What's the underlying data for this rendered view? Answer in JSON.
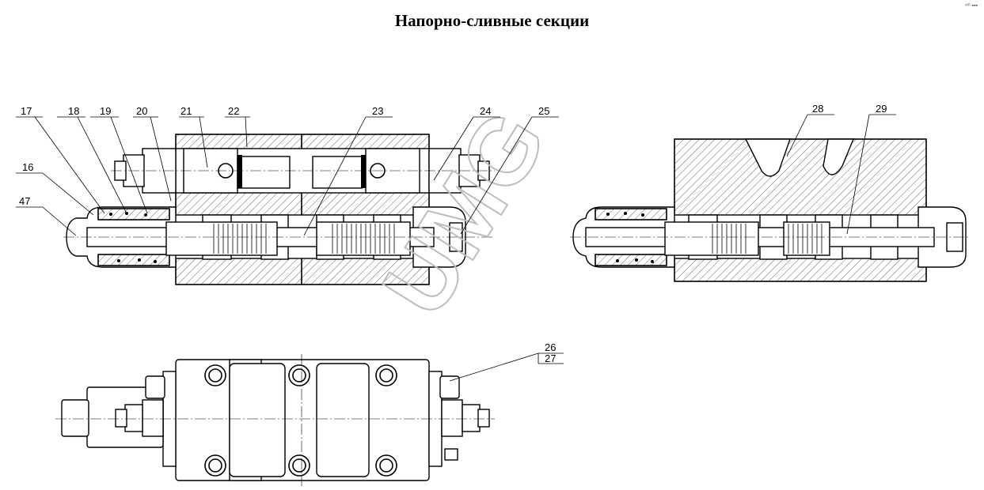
{
  "title": "Напорно-сливные секции",
  "corner_mark": "ⁿᵐ ▪▪▪",
  "watermark": "UMG",
  "callouts": [
    "16",
    "17",
    "18",
    "19",
    "20",
    "21",
    "22",
    "23",
    "24",
    "25",
    "28",
    "29",
    "47",
    "26",
    "27"
  ]
}
